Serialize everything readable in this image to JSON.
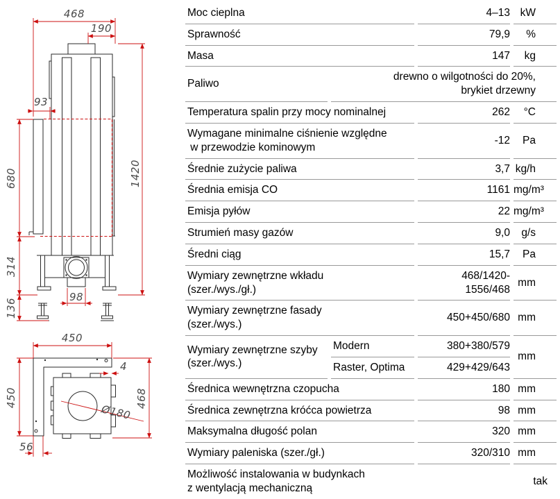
{
  "colors": {
    "dimension_red": "#cc1111",
    "drawing_line": "#2a2a2a",
    "dimension_text_gray": "#4a4a4a",
    "table_rule_gray": "#999999",
    "text_black": "#000000",
    "background": "#ffffff"
  },
  "diagram": {
    "front_view": {
      "dim_width_top": "468",
      "dim_chimney_width": "190",
      "dim_left_offset": "93",
      "dim_facade_height": "680",
      "dim_base_height": "314",
      "dim_feet_height": "136",
      "dim_spigot_width": "98",
      "dim_total_height": "1420"
    },
    "plan_view": {
      "dim_width_top": "450",
      "dim_depth_left": "450",
      "dim_depth_right": "468",
      "dim_tab_thickness": "4",
      "dim_flue_diameter": "Ø180",
      "dim_side_offset": "56"
    }
  },
  "table": {
    "rows": [
      {
        "label": "Moc cieplna",
        "value": "4–13",
        "unit": "kW"
      },
      {
        "label": "Sprawność",
        "value": "79,9",
        "unit": "%"
      },
      {
        "label": "Masa",
        "value": "147",
        "unit": "kg"
      },
      {
        "label": "Paliwo",
        "value": "drewno o wilgotności do 20%,\nbrykiet drzewny",
        "wide_value": true
      },
      {
        "label": "Temperatura spalin przy mocy nominalnej",
        "value": "262",
        "unit": "°C"
      },
      {
        "label": "Wymagane minimalne ciśnienie względne\n w przewodzie kominowym",
        "value": "-12",
        "unit": "Pa"
      },
      {
        "label": "Średnie zużycie paliwa",
        "value": "3,7",
        "unit": "kg/h"
      },
      {
        "label": "Średnia emisja CO",
        "value": "1161",
        "unit": "mg/m³"
      },
      {
        "label": "Emisja pyłów",
        "value": "22",
        "unit": "mg/m³"
      },
      {
        "label": "Strumień masy gazów",
        "value": "9,0",
        "unit": "g/s"
      },
      {
        "label": "Średni ciąg",
        "value": "15,7",
        "unit": "Pa"
      },
      {
        "label": "Wymiary zewnętrzne wkładu\n(szer./wys./gł.)",
        "value": "468/1420-1556/468",
        "unit": "mm"
      },
      {
        "label": "Wymiary zewnętrzne fasady\n(szer./wys.)",
        "value": "450+450/680",
        "unit": "mm"
      },
      {
        "label": "Wymiary zewnętrzne szyby\n(szer./wys.)",
        "unit": "mm",
        "variants": [
          {
            "name": "Modern",
            "value": "380+380/579"
          },
          {
            "name": "Raster, Optima",
            "value": "429+429/643"
          }
        ]
      },
      {
        "label": "Średnica wewnętrzna czopucha",
        "value": "180",
        "unit": "mm"
      },
      {
        "label": "Średnica zewnętrzna króćca powietrza",
        "value": "98",
        "unit": "mm"
      },
      {
        "label": "Maksymalna długość polan",
        "value": "320",
        "unit": "mm"
      },
      {
        "label": "Wymiary paleniska (szer./gł.)",
        "value": "320/310",
        "unit": "mm"
      },
      {
        "label": "Możliwość instalowania w budynkach\nz wentylacją mechaniczną",
        "value": "tak",
        "value_in_unit": true
      }
    ]
  }
}
